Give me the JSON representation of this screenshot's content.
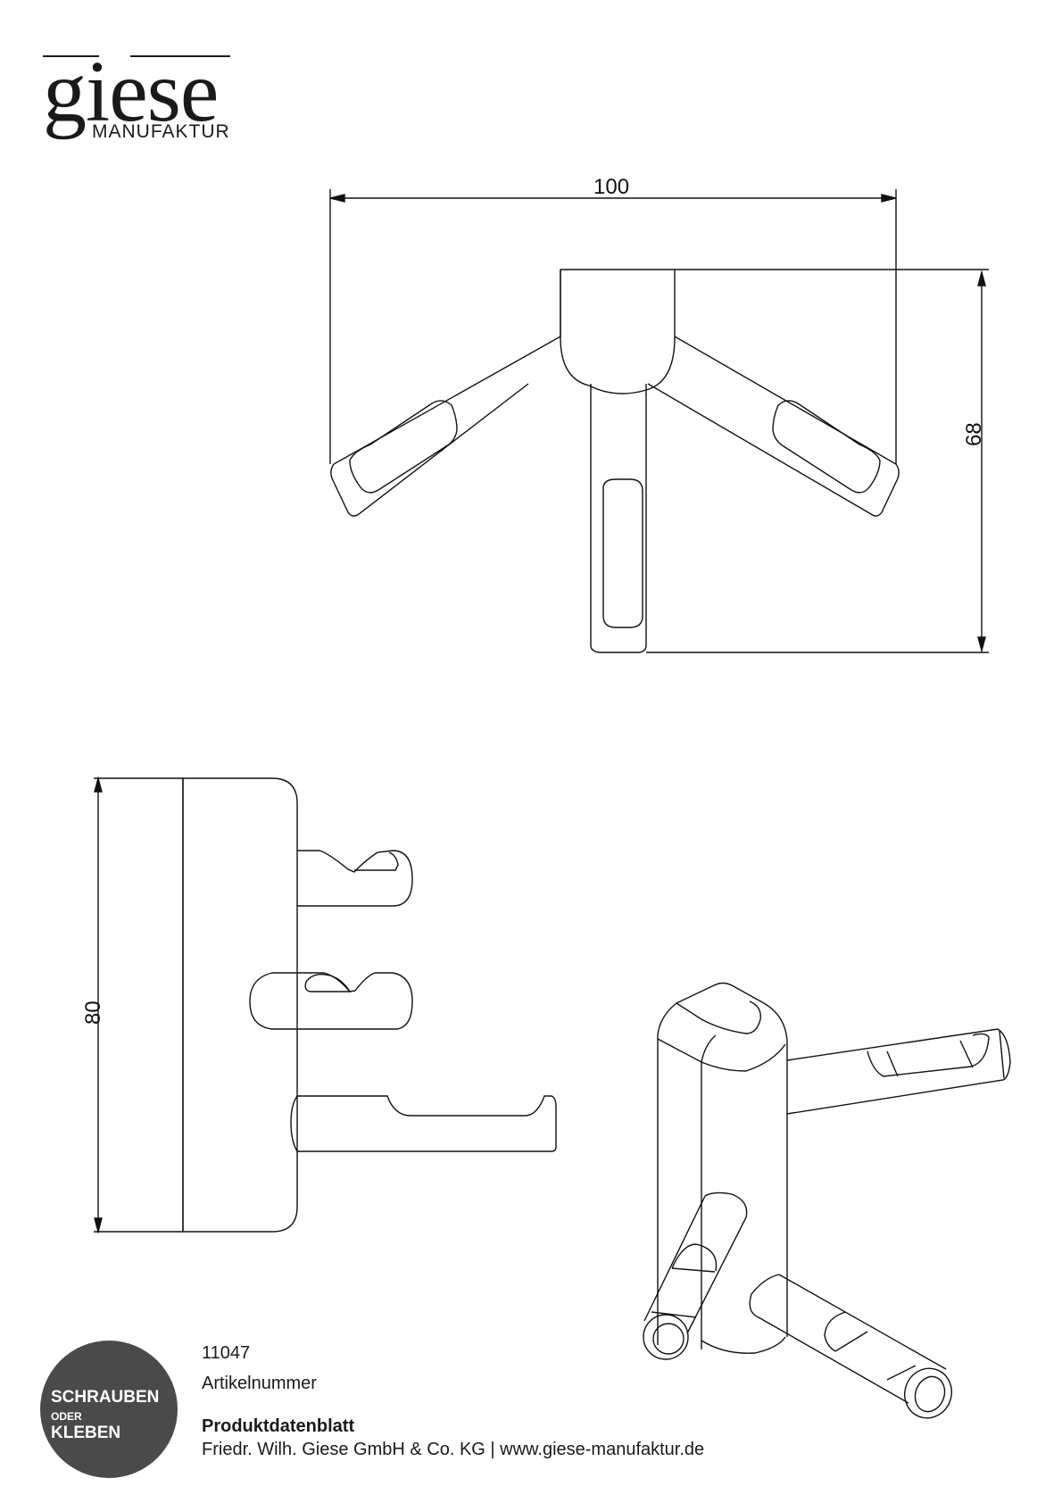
{
  "brand": {
    "name": "giese",
    "subtitle": "MANUFAKTUR"
  },
  "dimensions": {
    "width": "100",
    "depth": "68",
    "height": "80",
    "unit_hint": "mm"
  },
  "views": [
    {
      "name": "top-view",
      "description": "Top view of triple hook with three arms"
    },
    {
      "name": "side-view",
      "description": "Side view of wall plate with three hooks"
    },
    {
      "name": "isometric-view",
      "description": "Isometric view of triple hook"
    }
  ],
  "badge": {
    "line1": "SCHRAUBEN",
    "line2": "ODER",
    "line3": "KLEBEN",
    "color": "#4a4a4a"
  },
  "footer": {
    "article_number": "11047",
    "article_label": "Artikelnummer",
    "doc_title": "Produktdatenblatt",
    "company_line": "Friedr. Wilh. Giese GmbH & Co. KG | www.giese-manufaktur.de"
  }
}
